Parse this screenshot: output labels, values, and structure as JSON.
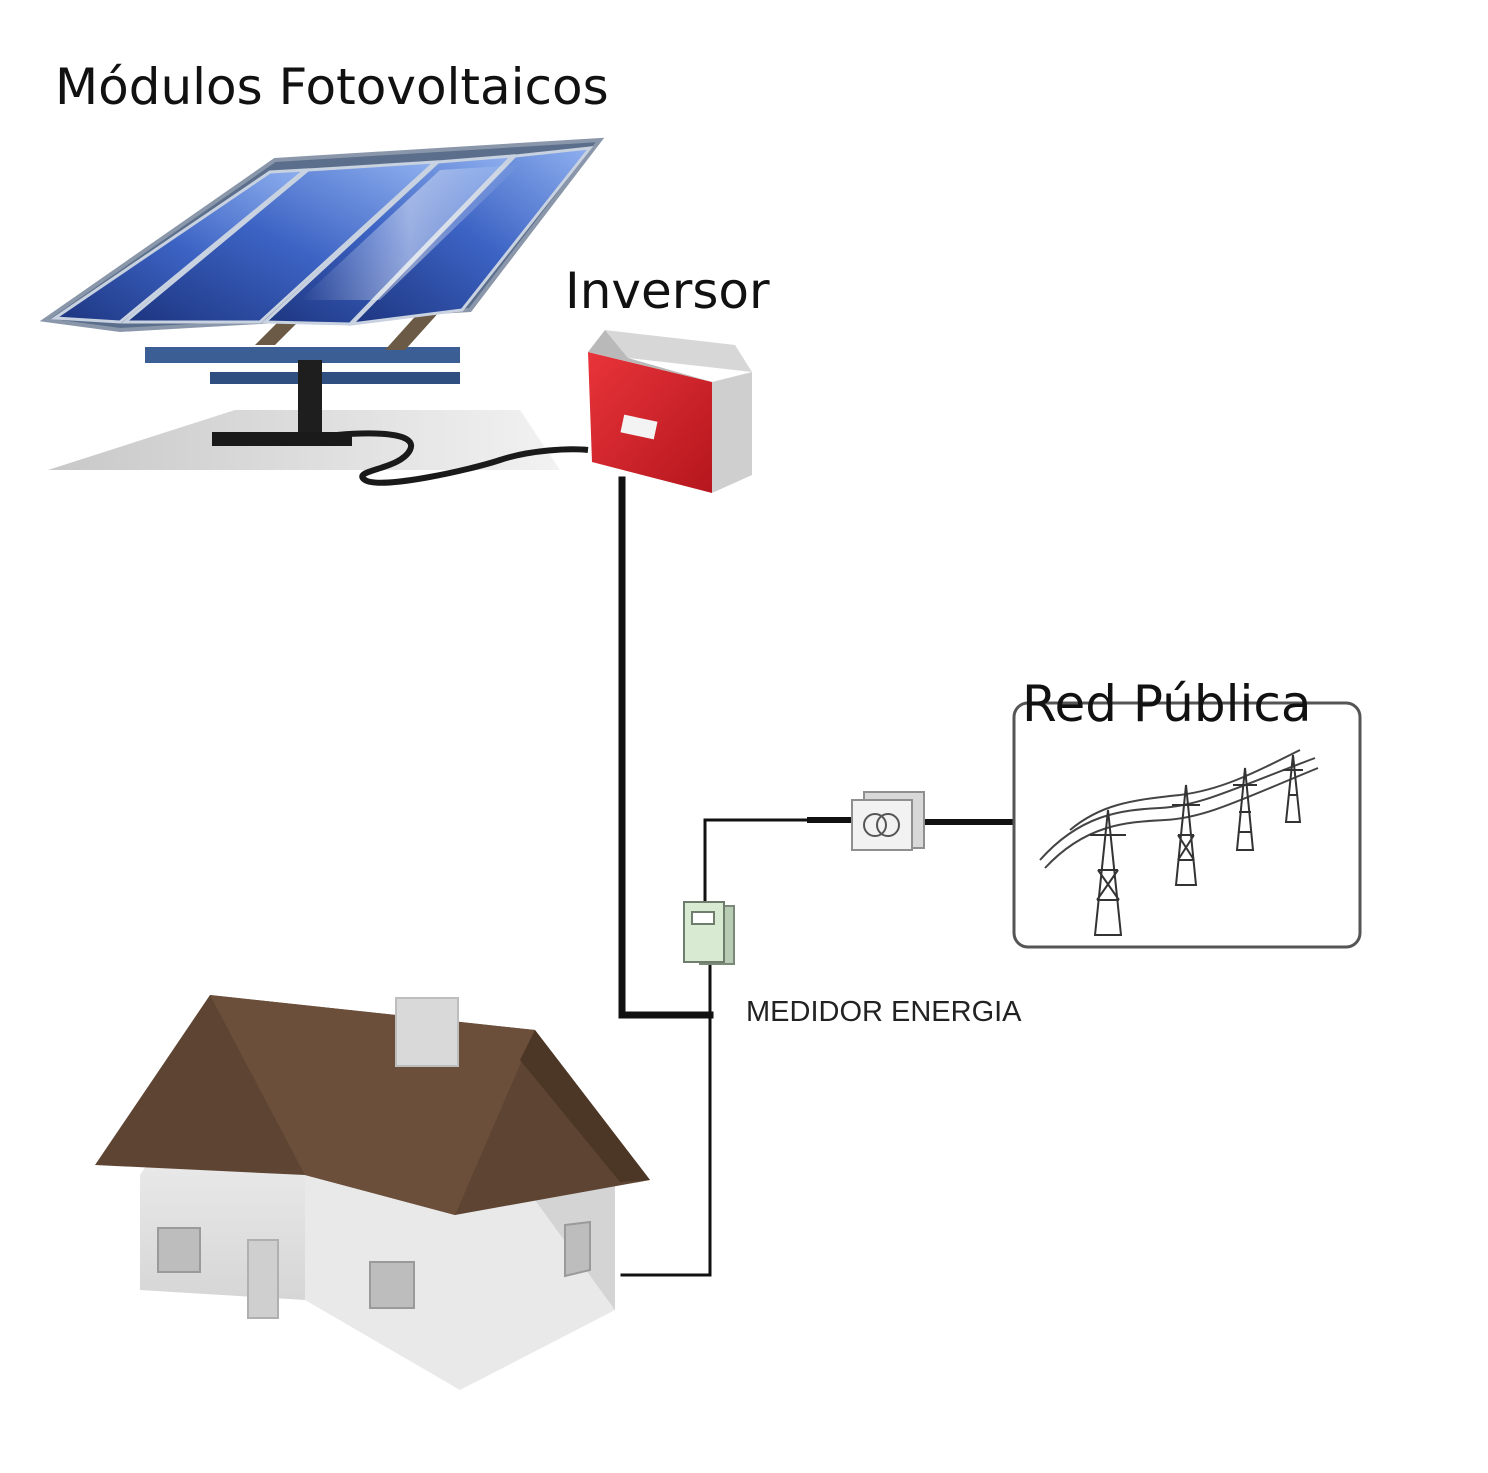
{
  "labels": {
    "panels": "Módulos Fotovoltaicos",
    "inverter": "Inversor",
    "grid": "Red Pública",
    "meter": "MEDIDOR ENERGIA"
  },
  "colors": {
    "panel_blue": "#2a4fa8",
    "inverter_red": "#d8232a",
    "roof_brown": "#5e4533",
    "wire": "#111111"
  }
}
